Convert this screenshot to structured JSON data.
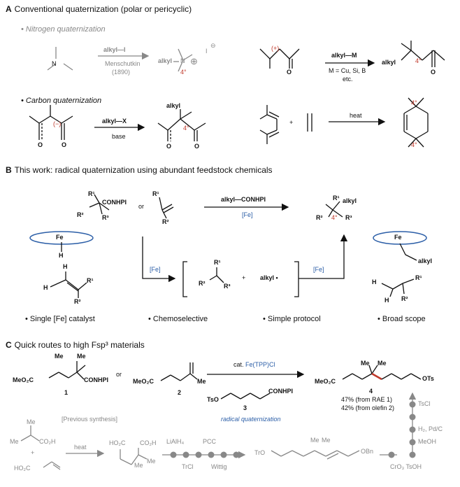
{
  "sectionA": {
    "letter": "A",
    "title": "Conventional quaternization (polar or pericyclic)",
    "nitrogen_bullet": "• Nitrogen quaternization",
    "reagent_n": "alkyl—I",
    "name_n": "Menschutkin",
    "year_n": "(1890)",
    "alkyl_label": "alkyl",
    "iodide": "I",
    "minus": "⊖",
    "plus": "⊕",
    "four_deg": "4°",
    "n_letter": "N",
    "cation": "(+)",
    "reagent_m": "alkyl—M",
    "metals": "M = Cu, Si, B",
    "etc": "etc.",
    "o": "O",
    "carbon_bullet": "• Carbon quaternization",
    "anion": "(−)",
    "reagent_x": "alkyl—X",
    "base": "base",
    "plus_sign": "+",
    "heat": "heat"
  },
  "sectionB": {
    "letter": "B",
    "title": "This work: radical quaternization using abundant feedstock chemicals",
    "conhpi": "CONHPI",
    "or": "or",
    "r1": "R¹",
    "r2": "R²",
    "r3": "R³",
    "reagent": "alkyl—CONHPI",
    "catalyst": "[Fe]",
    "fe": "Fe",
    "h": "H",
    "alkyl": "alkyl",
    "alkyl_radical": "alkyl •",
    "plus_sign": "+",
    "four_deg": "4°",
    "features": [
      "• Single [Fe] catalyst",
      "• Chemoselective",
      "• Simple protocol",
      "• Broad scope"
    ]
  },
  "sectionC": {
    "letter": "C",
    "title": "Quick routes to high Fsp³ materials",
    "me": "Me",
    "meo2c": "MeO₂C",
    "conhpi": "CONHPI",
    "or": "or",
    "cmpd1": "1",
    "cmpd2": "2",
    "cmpd3": "3",
    "cmpd4": "4",
    "cat_prefix": "cat.",
    "cat_name": "Fe(TPP)Cl",
    "tso": "TsO",
    "otc": "OTs",
    "method": "radical quaternization",
    "yield1": "47% (from RAE 1)",
    "yield2": "42% (from olefin 2)",
    "previous": "[Previous synthesis]",
    "co2h": "CO₂H",
    "ho2c": "HO₂C",
    "heat": "heat",
    "plus_sign": "+",
    "step_lialh4": "LiAlH₄",
    "step_pcc": "PCC",
    "step_trcl": "TrCl",
    "step_wittig": "Wittig",
    "tro": "TrO",
    "obn": "OBn",
    "step_cro3": "CrO₃ TsOH",
    "step_meoh": "MeOH",
    "step_h2": "H₂, Pd/C",
    "step_tscl": "TsCl"
  },
  "colors": {
    "accent_red": "#c0392b",
    "accent_blue": "#2b5ea7",
    "panel": "#e9edf1",
    "muted": "#888888"
  }
}
